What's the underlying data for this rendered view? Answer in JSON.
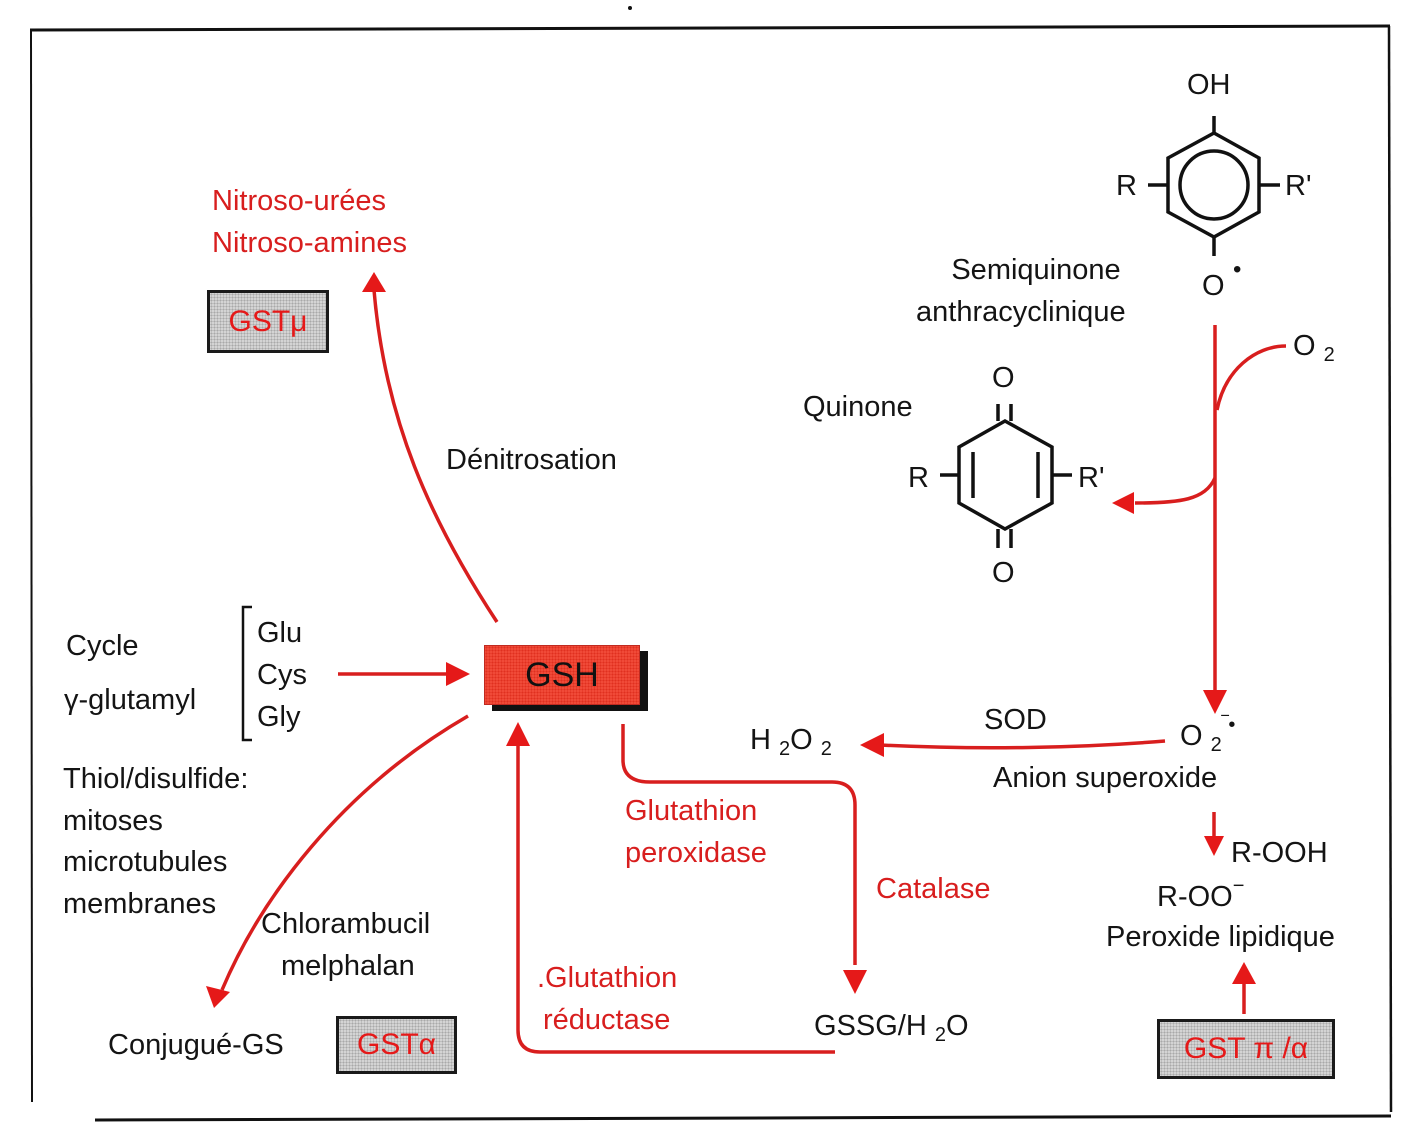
{
  "figure": {
    "nodes": {
      "gsh": "GSH",
      "nitroso_ureas": "Nitroso-urées",
      "nitroso_amines": "Nitroso-amines",
      "gst_mu": "GSTμ",
      "denitrosation": "Dénitrosation",
      "cycle": "Cycle",
      "gamma_glutamyl": "γ-glutamyl",
      "amino_acids": [
        "Glu",
        "Cys",
        "Gly"
      ],
      "thiol_lines": [
        "Thiol/disulfide:",
        "mitoses",
        "microtubules",
        "membranes"
      ],
      "chlorambucil": "Chlorambucil",
      "melphalan": "melphalan",
      "conjugate": "Conjugué-GS",
      "gst_alpha": "GSTα",
      "glut_reductase_1": ".Glutathion",
      "glut_reductase_2": "réductase",
      "glut_peroxidase_1": "Glutathion",
      "glut_peroxidase_2": "peroxidase",
      "catalase": "Catalase",
      "gssg_prefix": "GSSG/H",
      "gssg_sub": "2",
      "gssg_suffix": "O",
      "h2o2_h": "H",
      "h2o2_sub1": "2",
      "h2o2_o": "O",
      "h2o2_sub2": "2",
      "sod": "SOD",
      "superoxide_o": "O",
      "superoxide_sub": "2",
      "superoxide_charge": "‾•",
      "superoxide_label": "Anion superoxide",
      "rooh": "R-OOH",
      "roo": "R-OO",
      "roo_charge": "−",
      "lipid_peroxide": "Peroxide lipidique",
      "gst_pi_alpha": "GST π /α",
      "semiquinone_1": "Semiquinone",
      "semiquinone_2": "anthracyclinique",
      "quinone": "Quinone",
      "o2_o": "O",
      "o2_sub": "2",
      "phenol_oh": "OH",
      "phenol_o_radical": "O",
      "radical_dot": "•",
      "r_left": "R",
      "r_right": "R'",
      "quinone_o_top": "O",
      "quinone_o_bottom": "O"
    },
    "colors": {
      "pathway_red": "#d81e1e",
      "gsh_fill": "#f04a38",
      "enzyme_box_fill": "#d4d4d4",
      "text": "#141414"
    }
  }
}
